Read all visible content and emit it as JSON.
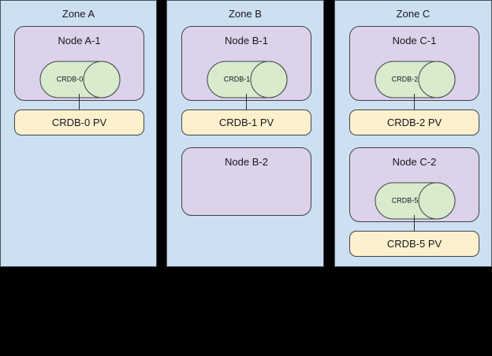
{
  "diagram": {
    "title": "CockroachDB multi-zone node and persistent-volume topology",
    "colors": {
      "zone_fill": "#cde0f2",
      "node_fill": "#dcd2e9",
      "pv_fill": "#fdf0cd",
      "db_fill": "#d8ebcd",
      "stroke": "#40444a",
      "text": "#16181c",
      "background": "#000000"
    },
    "zones": [
      {
        "id": "zone-a",
        "label": "Zone A",
        "nodes": [
          {
            "id": "node-a-1",
            "label": "Node A-1",
            "database": {
              "id": "crdb-0",
              "label": "CRDB-0"
            },
            "pv": {
              "id": "crdb-0-pv",
              "label": "CRDB-0 PV"
            }
          }
        ]
      },
      {
        "id": "zone-b",
        "label": "Zone B",
        "nodes": [
          {
            "id": "node-b-1",
            "label": "Node B-1",
            "database": {
              "id": "crdb-1",
              "label": "CRDB-1"
            },
            "pv": {
              "id": "crdb-1-pv",
              "label": "CRDB-1 PV"
            }
          },
          {
            "id": "node-b-2",
            "label": "Node B-2",
            "database": null,
            "pv": null
          }
        ]
      },
      {
        "id": "zone-c",
        "label": "Zone C",
        "nodes": [
          {
            "id": "node-c-1",
            "label": "Node C-1",
            "database": {
              "id": "crdb-2",
              "label": "CRDB-2"
            },
            "pv": {
              "id": "crdb-2-pv",
              "label": "CRDB-2 PV"
            }
          },
          {
            "id": "node-c-2",
            "label": "Node C-2",
            "database": {
              "id": "crdb-5",
              "label": "CRDB-5"
            },
            "pv": {
              "id": "crdb-5-pv",
              "label": "CRDB-5 PV"
            }
          }
        ]
      }
    ]
  }
}
